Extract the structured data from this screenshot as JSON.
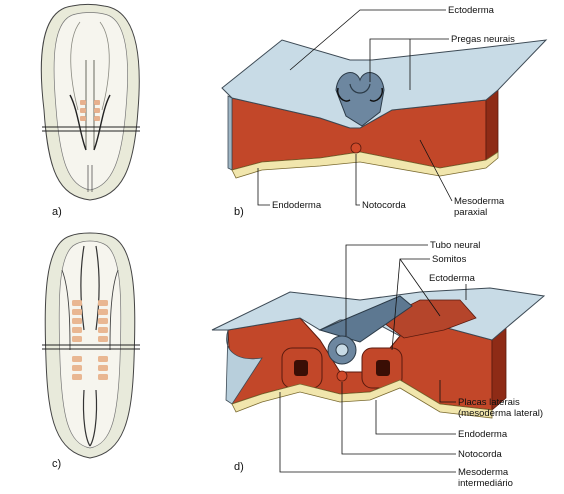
{
  "panels": {
    "a": "a)",
    "b": "b)",
    "c": "c)",
    "d": "d)"
  },
  "labels_b": {
    "ectoderm": "Ectoderma",
    "neural_folds": "Pregas neurais",
    "endoderm": "Endoderma",
    "notochord": "Notocorda",
    "paraxial_1": "Mesoderma",
    "paraxial_2": "paraxial"
  },
  "labels_d": {
    "neural_tube": "Tubo neural",
    "somites": "Somitos",
    "ectoderm": "Ectoderma",
    "lateral_1": "Placas laterais",
    "lateral_2": "(mesoderma lateral)",
    "endoderm": "Endoderma",
    "notochord": "Notocorda",
    "intermediate_1": "Mesoderma",
    "intermediate_2": "intermediário"
  },
  "colors": {
    "ectoderm": "#c9dde8",
    "mesoderm": "#c0452a",
    "endoderm": "#f2e7b0",
    "neural": "#5f7c95",
    "embryo": "#f3f1e8",
    "somite": "#e8a887"
  }
}
